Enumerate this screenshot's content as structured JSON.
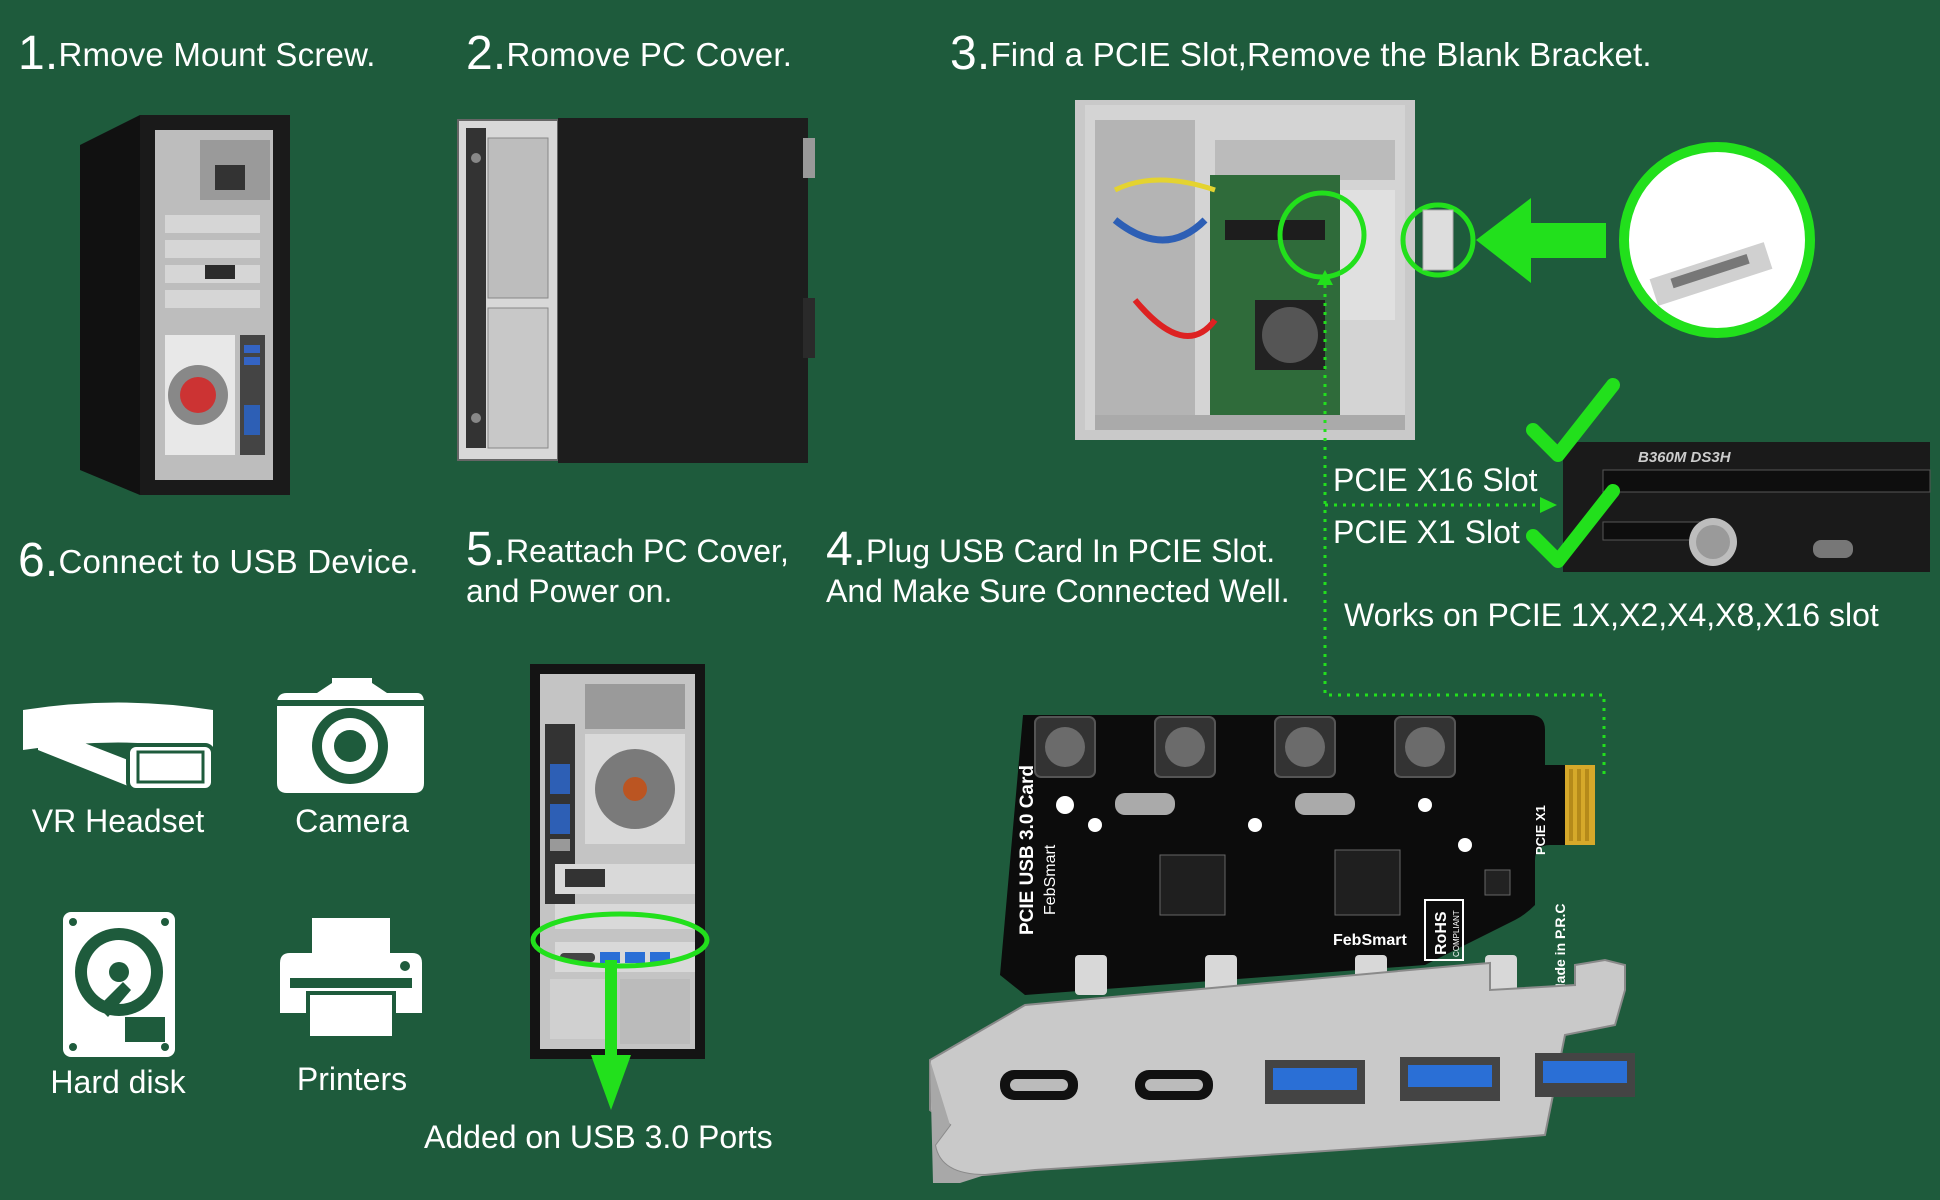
{
  "steps": {
    "s1": {
      "num": "1.",
      "text": "Rmove Mount Screw."
    },
    "s2": {
      "num": "2.",
      "text": "Romove PC Cover."
    },
    "s3": {
      "num": "3.",
      "text": "Find a PCIE Slot,Remove the Blank Bracket."
    },
    "s4": {
      "num": "4.",
      "text": "Plug USB Card In PCIE Slot.",
      "text2": "And Make Sure Connected Well."
    },
    "s5": {
      "num": "5.",
      "text": "Reattach PC Cover,",
      "text2": "and Power on."
    },
    "s6": {
      "num": "6.",
      "text": "Connect to USB Device."
    }
  },
  "slots": {
    "x16": "PCIE X16 Slot",
    "x1": "PCIE X1 Slot",
    "works": "Works on PCIE 1X,X2,X4,X8,X16 slot",
    "board_label": "B360M DS3H"
  },
  "devices": [
    {
      "label": "VR Headset",
      "icon": "vr-headset-icon"
    },
    {
      "label": "Camera",
      "icon": "camera-icon"
    },
    {
      "label": "Hard disk",
      "icon": "hard-disk-icon"
    },
    {
      "label": "Printers",
      "icon": "printer-icon"
    }
  ],
  "added_ports": "Added on USB 3.0 Ports",
  "card": {
    "title": "PCIE USB 3.0 Card",
    "brand": "FebSmart",
    "edge_label": "PCIE X1",
    "rohs": "RoHS",
    "rohs_sub": "COMPLIANT",
    "made_in": "Made in P.R.C"
  },
  "colors": {
    "background": "#1e5b3c",
    "highlight_green": "#22e01c",
    "usb_blue": "#2a6fd6"
  }
}
